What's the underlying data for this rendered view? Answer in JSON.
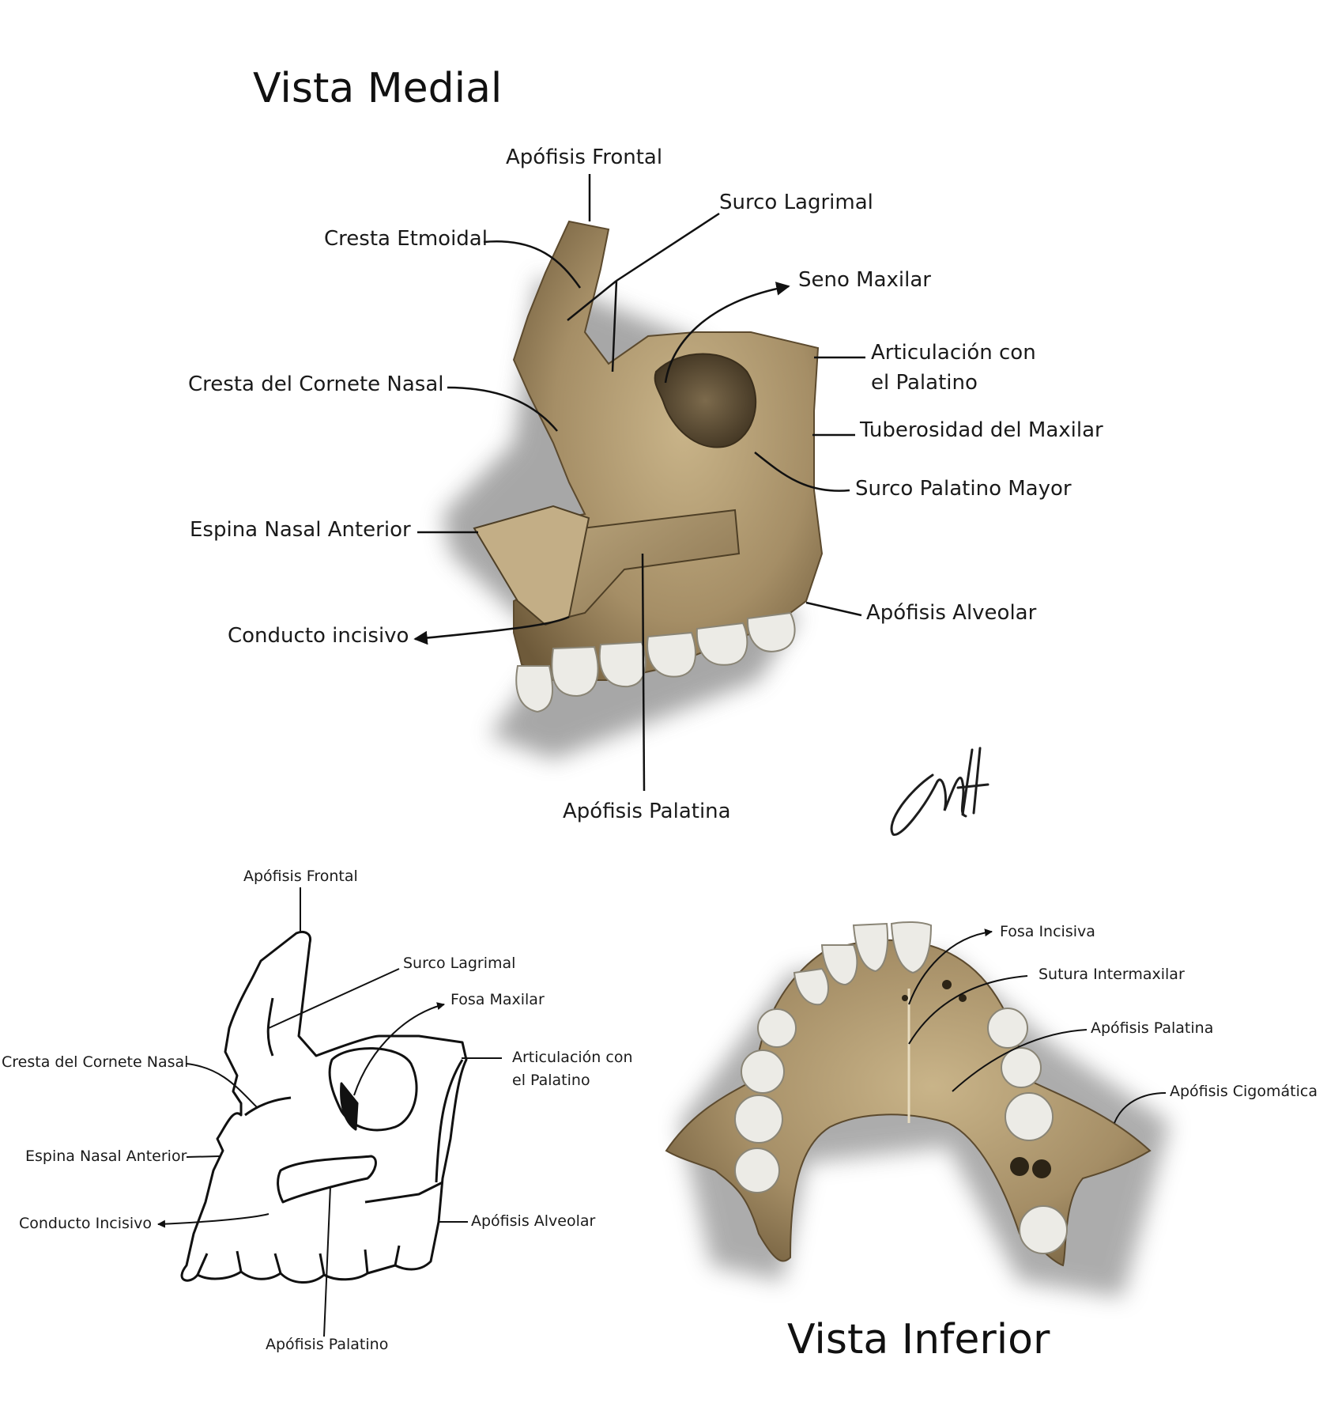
{
  "titles": {
    "medial": "Vista Medial",
    "inferior": "Vista Inferior"
  },
  "medial_labels": {
    "apofisis_frontal": "Apófisis Frontal",
    "surco_lagrimal": "Surco Lagrimal",
    "cresta_etmoidal": "Cresta Etmoidal",
    "seno_maxilar": "Seno Maxilar",
    "articulacion_line1": "Articulación con",
    "articulacion_line2": "el Palatino",
    "cresta_cornete": "Cresta del Cornete Nasal",
    "tuberosidad": "Tuberosidad del Maxilar",
    "surco_palatino": "Surco Palatino Mayor",
    "espina_nasal": "Espina Nasal Anterior",
    "apofisis_alveolar": "Apófisis Alveolar",
    "conducto_incisivo": "Conducto incisivo",
    "apofisis_palatina": "Apófisis Palatina"
  },
  "outline_labels": {
    "apofisis_frontal": "Apófisis Frontal",
    "surco_lagrimal": "Surco Lagrimal",
    "fosa_maxilar": "Fosa Maxilar",
    "cresta_cornete": "Cresta del Cornete Nasal",
    "articulacion_line1": "Articulación con",
    "articulacion_line2": "el Palatino",
    "espina_nasal": "Espina Nasal Anterior",
    "conducto_incisivo": "Conducto Incisivo",
    "apofisis_alveolar": "Apófisis Alveolar",
    "apofisis_palatino": "Apófisis Palatino"
  },
  "inferior_labels": {
    "fosa_incisiva": "Fosa Incisiva",
    "sutura_intermaxilar": "Sutura Intermaxilar",
    "apofisis_palatina": "Apófisis Palatina",
    "apofisis_cigomatica": "Apófisis Cigomática"
  },
  "colors": {
    "bone": "#a58e66",
    "bone_dark": "#6e5a3a",
    "tooth": "#ecebe6",
    "shadow": "#9a9a9a",
    "ink": "#111111"
  }
}
